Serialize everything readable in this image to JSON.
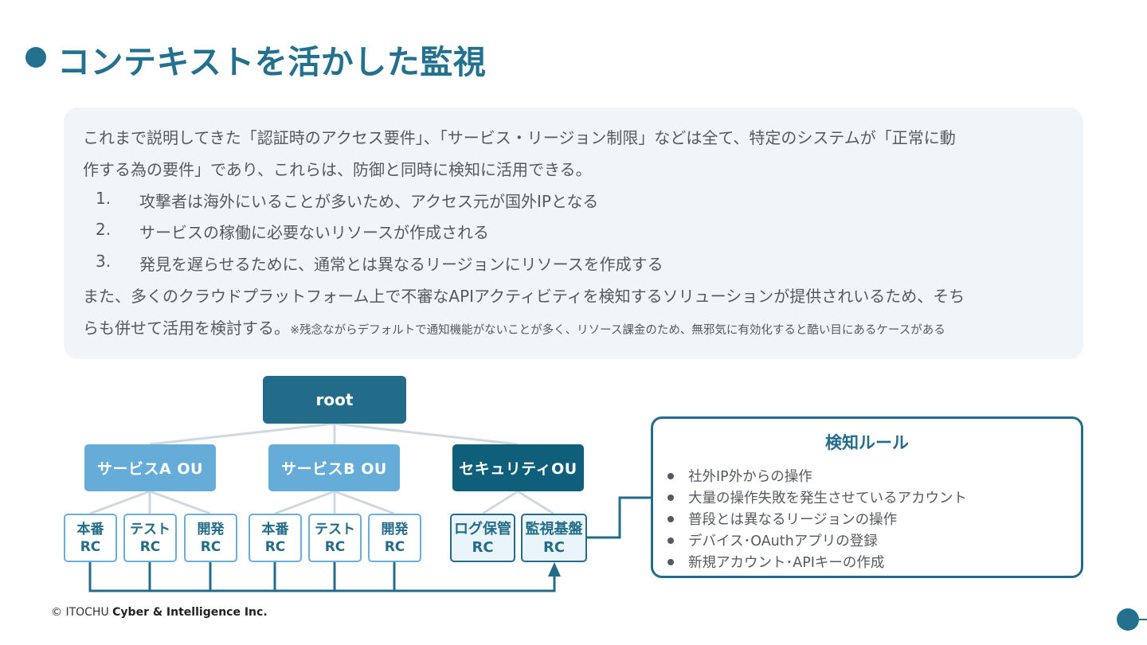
{
  "title": "コンテキストを活かした監視",
  "panel": {
    "line1": "これまで説明してきた「認証時のアクセス要件」、「サービス・リージョン制限」などは全て、特定のシステムが「正常に動",
    "line2": "作する為の要件」であり、これらは、防御と同時に検知に活用できる。",
    "items": [
      {
        "num": "1.",
        "text": "攻撃者は海外にいることが多いため、アクセス元が国外IPとなる"
      },
      {
        "num": "2.",
        "text": "サービスの稼働に必要ないリソースが作成される"
      },
      {
        "num": "3.",
        "text": "発見を遅らせるために、通常とは異なるリージョンにリソースを作成する"
      }
    ],
    "line3": "また、多くのクラウドプラットフォーム上で不審なAPIアクティビティを検知するソリューションが提供されいるため、そち",
    "line4": "らも併せて活用を検討する。",
    "note": "※残念ながらデフォルトで通知機能がないことが多く、リソース課金のため、無邪気に有効化すると酷い目にあるケースがある"
  },
  "diagram": {
    "root": "root",
    "ou_a": "サービスA OU",
    "ou_b": "サービスB OU",
    "ou_sec": "セキュリティOU",
    "rc_a": [
      {
        "line1": "本番",
        "line2": "RC"
      },
      {
        "line1": "テスト",
        "line2": "RC"
      },
      {
        "line1": "開発",
        "line2": "RC"
      }
    ],
    "rc_b": [
      {
        "line1": "本番",
        "line2": "RC"
      },
      {
        "line1": "テスト",
        "line2": "RC"
      },
      {
        "line1": "開発",
        "line2": "RC"
      }
    ],
    "rc_sec": [
      {
        "line1": "ログ保管",
        "line2": "RC"
      },
      {
        "line1": "監視基盤",
        "line2": "RC"
      }
    ]
  },
  "rules": {
    "title": "検知ルール",
    "items": [
      "社外IP外からの操作",
      "大量の操作失敗を発生させているアカウント",
      "普段とは異なるリージョンの操作",
      "デバイス･OAuthアプリの登録",
      "新規アカウント･APIキーの作成"
    ]
  },
  "footer": {
    "prefix": "© ITOCHU ",
    "brand": "Cyber & Intelligence Inc."
  },
  "colors": {
    "primary": "#236c89",
    "ou_light": "#65acd9",
    "ou_dark": "#0f5f7a",
    "panel_bg": "#f0f5f9",
    "connector": "#cfd8e0"
  }
}
